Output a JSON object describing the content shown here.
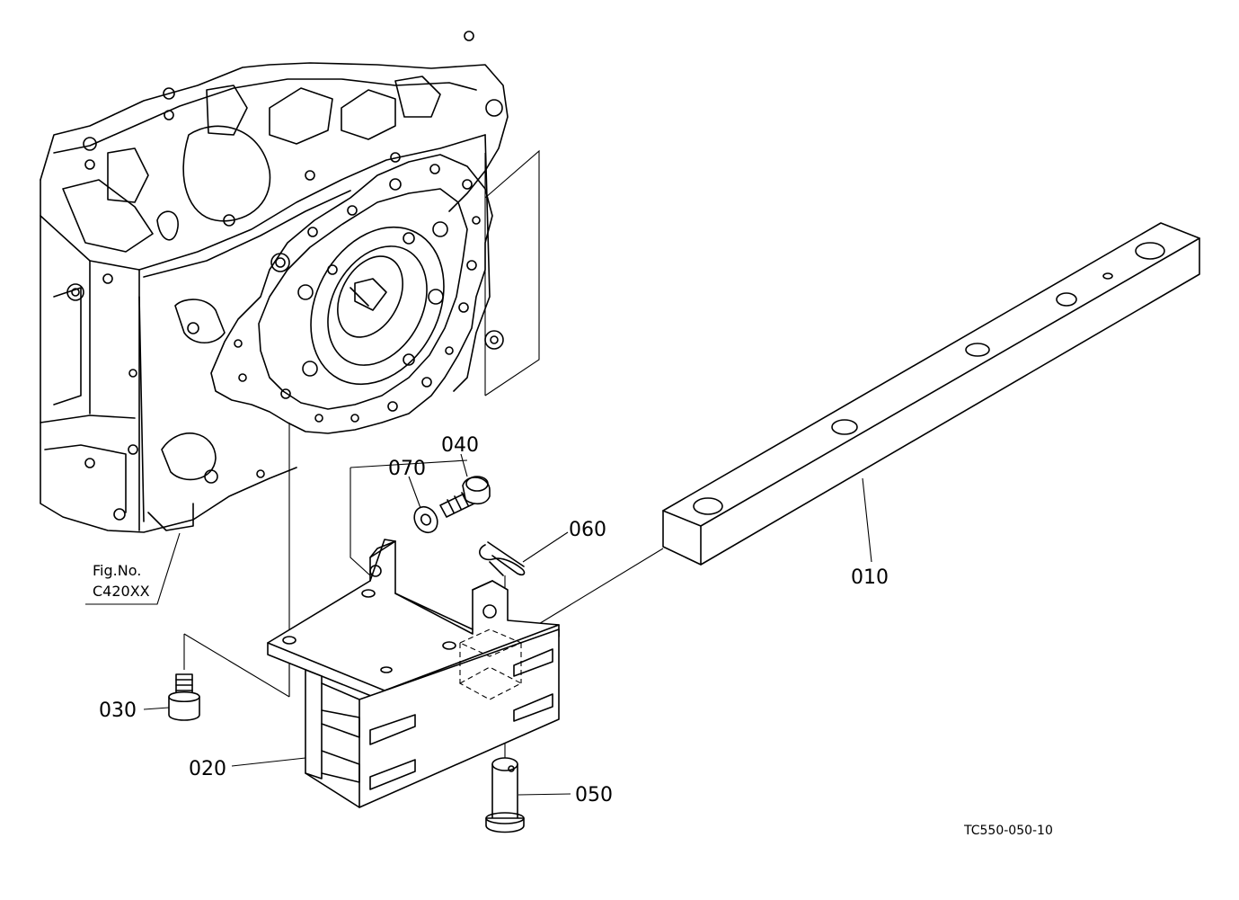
{
  "callouts": {
    "p010": "010",
    "p020": "020",
    "p030": "030",
    "p040": "040",
    "p050": "050",
    "p060": "060",
    "p070": "070"
  },
  "figure_ref": {
    "line1": "Fig.No.",
    "line2": "C420XX"
  },
  "drawing_code": "TC550-050-10"
}
